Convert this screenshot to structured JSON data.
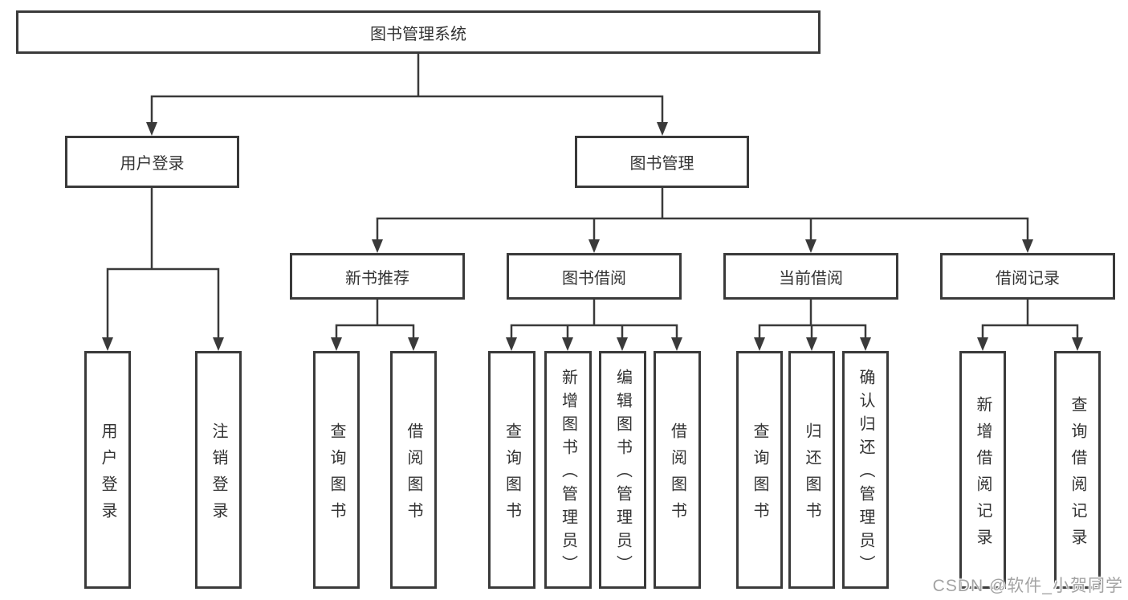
{
  "diagram": {
    "title": "图书管理系统",
    "root": {
      "label": "图书管理系统"
    },
    "level2": [
      {
        "id": "user-login",
        "label": "用户登录"
      },
      {
        "id": "book-management",
        "label": "图书管理"
      }
    ],
    "level3": [
      {
        "id": "new-book-recommend",
        "label": "新书推荐",
        "parent": "图书管理"
      },
      {
        "id": "book-borrowing",
        "label": "图书借阅",
        "parent": "图书管理"
      },
      {
        "id": "current-borrowing",
        "label": "当前借阅",
        "parent": "图书管理"
      },
      {
        "id": "borrowing-records",
        "label": "借阅记录",
        "parent": "图书管理"
      }
    ],
    "leaves": [
      {
        "id": "user-login-action",
        "label": "用户登录",
        "parent": "用户登录"
      },
      {
        "id": "logout",
        "label": "注销登录",
        "parent": "用户登录"
      },
      {
        "id": "query-books-recommend",
        "label": "查询图书",
        "parent": "新书推荐"
      },
      {
        "id": "borrow-books-recommend",
        "label": "借阅图书",
        "parent": "新书推荐"
      },
      {
        "id": "query-books-borrowing",
        "label": "查询图书",
        "parent": "图书借阅"
      },
      {
        "id": "add-books-admin",
        "label": "新增图书（管理员）",
        "parent": "图书借阅"
      },
      {
        "id": "edit-books-admin",
        "label": "编辑图书（管理员）",
        "parent": "图书借阅"
      },
      {
        "id": "borrow-books-borrowing",
        "label": "借阅图书",
        "parent": "图书借阅"
      },
      {
        "id": "query-books-current",
        "label": "查询图书",
        "parent": "当前借阅"
      },
      {
        "id": "return-books",
        "label": "归还图书",
        "parent": "当前借阅"
      },
      {
        "id": "confirm-return-admin",
        "label": "确认归还（管理员）",
        "parent": "当前借阅"
      },
      {
        "id": "add-borrow-record",
        "label": "新增借阅记录",
        "parent": "借阅记录"
      },
      {
        "id": "query-borrow-record",
        "label": "查询借阅记录",
        "parent": "借阅记录"
      }
    ],
    "colors": {
      "line": "#3a3a3a",
      "box_border": "#3a3a3a",
      "box_fill": "#ffffff",
      "text": "#333333",
      "watermark": "#a3a3a3",
      "background": "#ffffff"
    }
  },
  "watermark": {
    "text": "CSDN @软件_小贺同学"
  }
}
